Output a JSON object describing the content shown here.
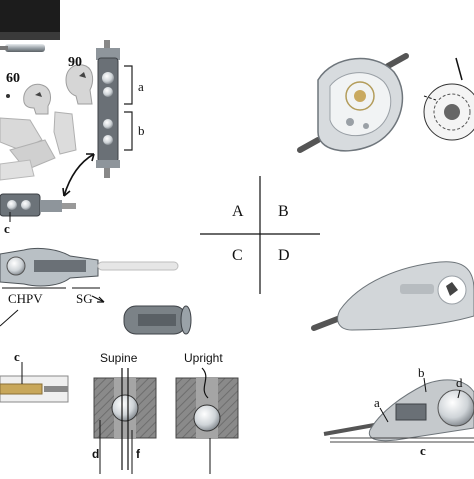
{
  "quadrant_labels": {
    "a": "A",
    "b": "B",
    "c": "C",
    "d": "D"
  },
  "panel_a": {
    "angle_60": "60",
    "angle_90": "90",
    "bracket_a": "a",
    "bracket_b": "b",
    "label_c": "c"
  },
  "panel_c": {
    "device_chpv": "CHPV",
    "device_sg": "SG",
    "label_c": "c",
    "position_supine": "Supine",
    "position_upright": "Upright",
    "label_d": "d",
    "label_f": "f"
  },
  "panel_d": {
    "label_a": "a",
    "label_b": "b",
    "label_c": "c",
    "label_d": "d"
  },
  "colors": {
    "metal": "#a9b0b6",
    "dark_metal": "#555b61",
    "housing_gray": "#7d7d7d",
    "tissue_gray": "#c9c9c9"
  }
}
